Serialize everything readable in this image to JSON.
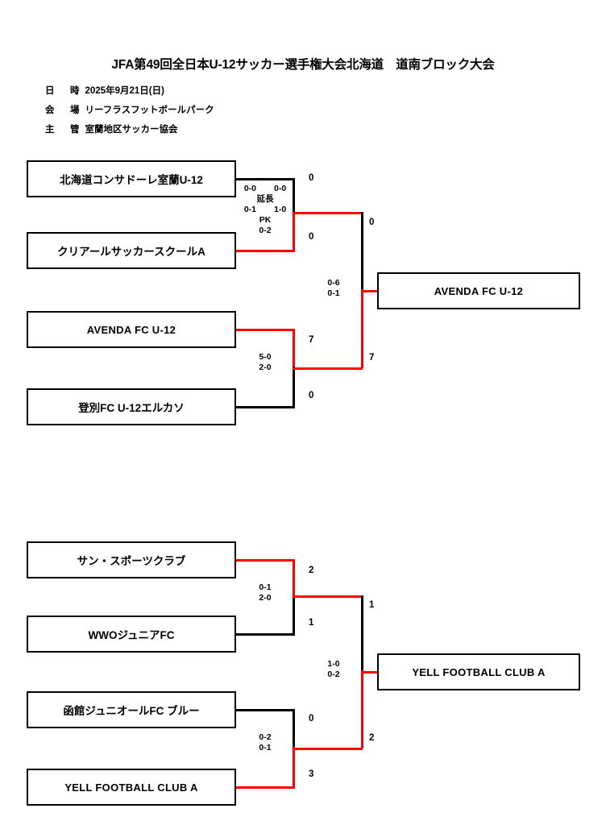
{
  "header": {
    "title": "JFA第49回全日本U-12サッカー選手権大会北海道　道南ブロック大会",
    "meta": [
      {
        "label": "日　時",
        "sep": "：",
        "value": "2025年9月21日(日)"
      },
      {
        "label": "会　場",
        "sep": "：",
        "value": "リーフラスフットボールパーク"
      },
      {
        "label": "主　管",
        "sep": "：",
        "value": "室蘭地区サッカー協会"
      }
    ]
  },
  "colors": {
    "winner_path": "#ff0000",
    "line": "#000000",
    "box_border": "#000000",
    "background": "#ffffff"
  },
  "bracket": {
    "upper": {
      "teams": [
        {
          "name": "北海道コンサドーレ室蘭U-12",
          "script": "jp"
        },
        {
          "name": "クリアールサッカースクールA",
          "script": "jp"
        },
        {
          "name": "AVENDA FC U-12",
          "script": "latin"
        },
        {
          "name": "登別FC U-12エルカソ",
          "script": "jp"
        }
      ],
      "quarterfinals": [
        {
          "id": "qf1",
          "score_lines": [
            {
              "left": "0-0",
              "right": "0-0"
            },
            {
              "center": "延長"
            },
            {
              "left": "0-1",
              "right": "1-0"
            },
            {
              "center": "PK"
            },
            {
              "center": "0-2"
            }
          ],
          "seed_top": "0",
          "seed_bottom": "0",
          "winner": "bottom"
        },
        {
          "id": "qf2",
          "score_lines": [
            {
              "center": "5-0"
            },
            {
              "center": "2-0"
            }
          ],
          "seed_top": "7",
          "seed_bottom": "0",
          "winner": "top"
        }
      ],
      "semifinal": {
        "id": "sf-upper",
        "score_lines": [
          {
            "center": "0-6"
          },
          {
            "center": "0-1"
          }
        ],
        "seed_top": "0",
        "seed_bottom": "7",
        "winner": "bottom"
      },
      "winner": {
        "name": "AVENDA FC U-12",
        "script": "latin"
      }
    },
    "lower": {
      "teams": [
        {
          "name": "サン・スポーツクラブ",
          "script": "jp"
        },
        {
          "name": "WWOジュニアFC",
          "script": "jp"
        },
        {
          "name": "函館ジュニオールFC ブルー",
          "script": "jp"
        },
        {
          "name": "YELL FOOTBALL CLUB A",
          "script": "latin"
        }
      ],
      "quarterfinals": [
        {
          "id": "qf3",
          "score_lines": [
            {
              "center": "0-1"
            },
            {
              "center": "2-0"
            }
          ],
          "seed_top": "2",
          "seed_bottom": "1",
          "winner": "top"
        },
        {
          "id": "qf4",
          "score_lines": [
            {
              "center": "0-2"
            },
            {
              "center": "0-1"
            }
          ],
          "seed_top": "0",
          "seed_bottom": "3",
          "winner": "bottom"
        }
      ],
      "semifinal": {
        "id": "sf-lower",
        "score_lines": [
          {
            "center": "1-0"
          },
          {
            "center": "0-2"
          }
        ],
        "seed_top": "1",
        "seed_bottom": "2",
        "winner": "bottom"
      },
      "winner": {
        "name": "YELL FOOTBALL CLUB A",
        "script": "latin"
      }
    }
  }
}
